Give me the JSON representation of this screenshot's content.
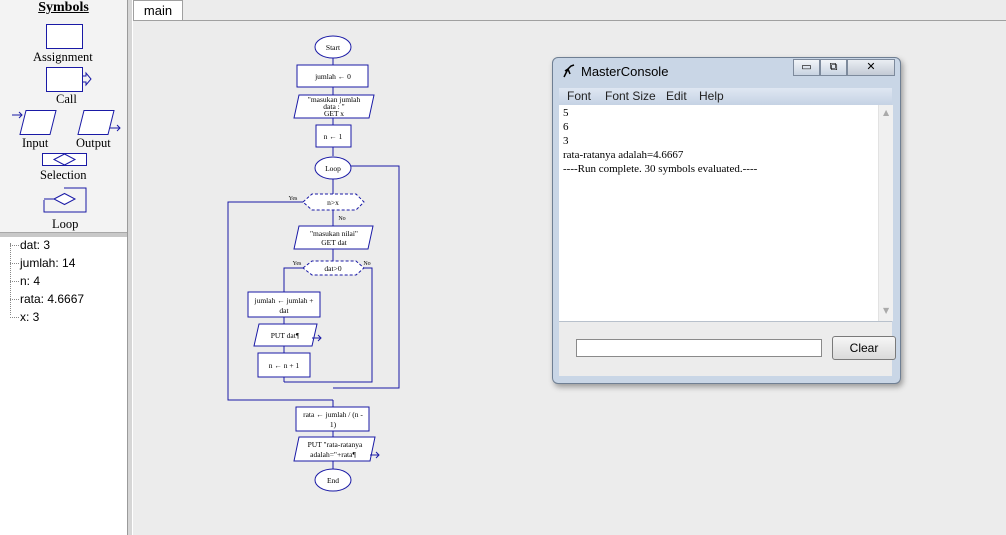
{
  "symbols_panel": {
    "title": "Symbols",
    "items": [
      {
        "label": "Assignment",
        "icon": "assignment-icon"
      },
      {
        "label": "Call",
        "icon": "call-icon"
      },
      {
        "label": "Input",
        "icon": "input-icon"
      },
      {
        "label": "Output",
        "icon": "output-icon"
      },
      {
        "label": "Selection",
        "icon": "selection-icon"
      },
      {
        "label": "Loop",
        "icon": "loop-icon"
      }
    ]
  },
  "variables": [
    {
      "text": "dat: 3"
    },
    {
      "text": "jumlah: 14"
    },
    {
      "text": "n: 4"
    },
    {
      "text": "rata: 4.6667"
    },
    {
      "text": "x: 3"
    }
  ],
  "tabs": [
    {
      "label": "main"
    }
  ],
  "flowchart": {
    "start": "Start",
    "assign_jumlah": "jumlah ← 0",
    "input_x_line1": "\"masukan jumlah",
    "input_x_line2": "data : \"",
    "input_x_line3": "GET x",
    "assign_n": "n ← 1",
    "loop": "Loop",
    "cond_loop": "n>x",
    "yes1": "Yes",
    "no1": "No",
    "input_dat_line1": "\"masukan nilai\"",
    "input_dat_line2": "GET dat",
    "cond_dat": "dat>0",
    "yes2": "Yes",
    "no2": "No",
    "sum_line1": "jumlah ← jumlah +",
    "sum_line2": "dat",
    "put_dat": "PUT dat¶",
    "incr_n": "n ← n + 1",
    "rata_line1": "rata ← jumlah / (n -",
    "rata_line2": "1)",
    "put_rata_line1": "PUT \"rata-ratanya",
    "put_rata_line2": "adalah=\"+rata¶",
    "end": "End"
  },
  "console": {
    "title": "MasterConsole",
    "menu": [
      "Font",
      "Font Size",
      "Edit",
      "Help"
    ],
    "output": [
      "5",
      "6",
      "3",
      "rata-ratanya adalah=4.6667",
      "----Run complete.  30 symbols evaluated.----"
    ],
    "input_value": "",
    "clear_label": "Clear",
    "minimize_glyph": "▭",
    "maximize_glyph": "⧉",
    "close_glyph": "✕"
  },
  "colors": {
    "flow_blue": "#1a1aa6",
    "canvas": "#ececec",
    "console_frame": "#c9d6e6"
  }
}
